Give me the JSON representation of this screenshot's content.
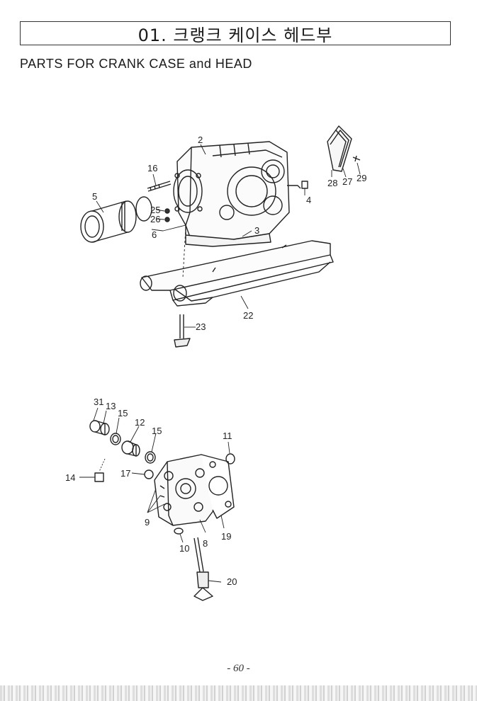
{
  "header": {
    "title_ko": "01. 크랭크 케이스 헤드부",
    "title_en": "PARTS FOR CRANK CASE and HEAD"
  },
  "diagram_top": {
    "labels": [
      "2",
      "16",
      "5",
      "25",
      "26",
      "6",
      "3",
      "4",
      "28",
      "27",
      "29",
      "22",
      "23"
    ]
  },
  "diagram_bottom": {
    "labels": [
      "31",
      "13",
      "15",
      "12",
      "15",
      "11",
      "14",
      "17",
      "9",
      "10",
      "8",
      "19",
      "20"
    ]
  },
  "footer": {
    "page_number": "- 60 -"
  }
}
